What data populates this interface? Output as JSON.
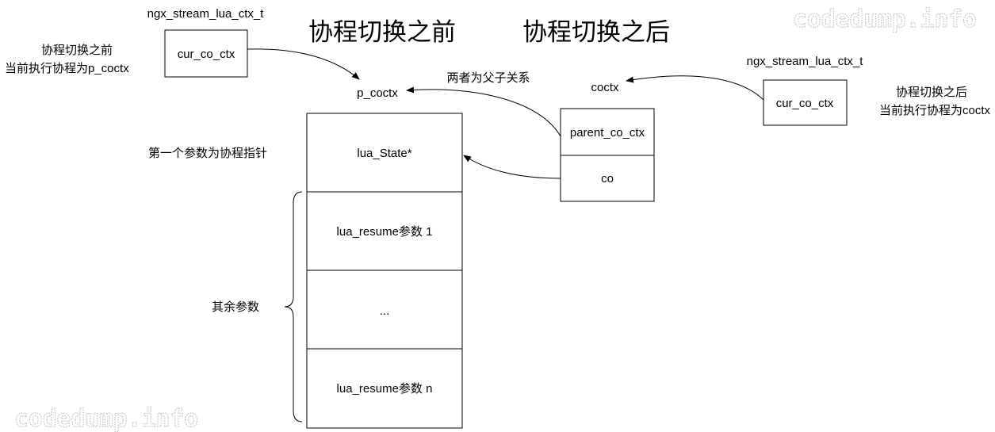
{
  "titles": {
    "before": "协程切换之前",
    "after": "协程切换之后"
  },
  "watermark": "codedump.info",
  "left_struct": {
    "type_label": "ngx_stream_lua_ctx_t",
    "field": "cur_co_ctx"
  },
  "right_struct": {
    "type_label": "ngx_stream_lua_ctx_t",
    "field": "cur_co_ctx"
  },
  "notes": {
    "before_line1": "协程切换之前",
    "before_line2": "当前执行协程为p_coctx",
    "after_line1": "协程切换之后",
    "after_line2": "当前执行协程为coctx",
    "relation": "两者为父子关系",
    "first_param": "第一个参数为协程指针",
    "rest_params": "其余参数"
  },
  "p_coctx": {
    "label": "p_coctx",
    "stack": [
      "lua_State*",
      "lua_resume参数 1",
      "...",
      "lua_resume参数 n"
    ]
  },
  "coctx": {
    "label": "coctx",
    "fields": [
      "parent_co_ctx",
      "co"
    ]
  }
}
